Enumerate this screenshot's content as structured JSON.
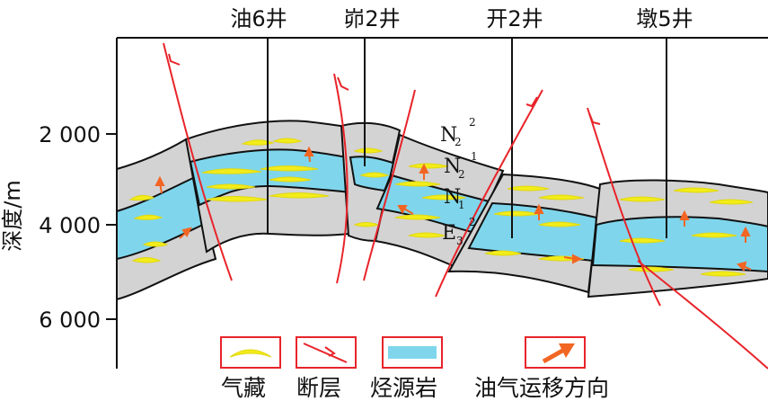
{
  "wells": [
    "油6井",
    "峁2井",
    "开2井",
    "墩5井"
  ],
  "y_axis": {
    "title": "深度/m",
    "ticks": [
      "2 000",
      "4 000",
      "6 000"
    ]
  },
  "strata": [
    {
      "base": "N",
      "sub": "2",
      "sup": "2"
    },
    {
      "base": "N",
      "sub": "2",
      "sup": "1"
    },
    {
      "base": "N",
      "sub": "1",
      "sup": ""
    },
    {
      "base": "E",
      "sub": "3",
      "sup": "2"
    }
  ],
  "legend": {
    "gas": "气藏",
    "fault": "断层",
    "source_rock": "烃源岩",
    "migration": "油气运移方向"
  },
  "colors": {
    "gray_rock": "#d3d3d3",
    "source_rock": "#7fd6ec",
    "gas": "#f2ec1a",
    "fault": "#e8242a",
    "arrow": "#f26522",
    "outline": "#111111"
  }
}
